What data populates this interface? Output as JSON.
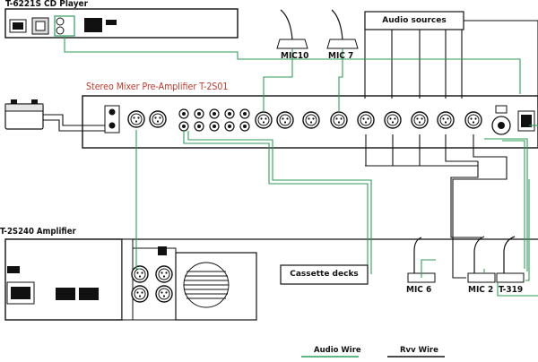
{
  "devices": {
    "cd_player": "T-6221S CD Player",
    "mixer": "Stereo Mixer Pre-Amplifier T-2S01",
    "amplifier": "T-2S240 Amplifier",
    "audio_sources": "Audio sources",
    "cassette_decks": "Cassette decks",
    "mic10": "MIC10",
    "mic7": "MIC 7",
    "mic6": "MIC 6",
    "mic2": "MIC 2",
    "t319": "T-319"
  },
  "legend": {
    "audio_wire": "Audio Wire",
    "rvv_wire": "Rvv Wire"
  },
  "colors": {
    "audio_wire": "#2e9e5a",
    "rvv_wire": "#111111",
    "title": "#c0392b"
  }
}
